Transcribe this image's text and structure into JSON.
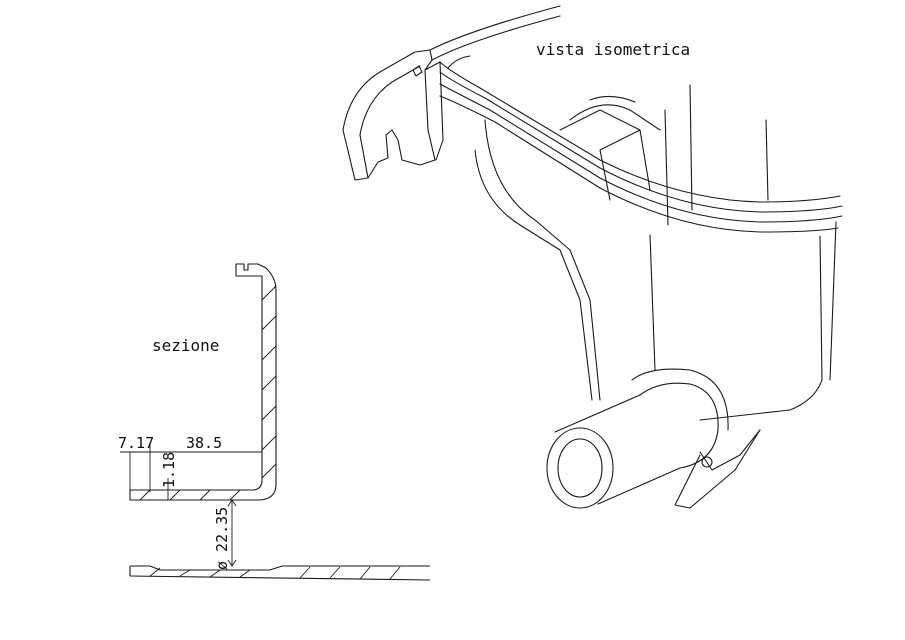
{
  "labels": {
    "isometric_view": "vista isometrica",
    "section": "sezione"
  },
  "dimensions": {
    "wall_offset": "7.17",
    "inner_width": "38.5",
    "wall_thickness": "1.18",
    "outlet_diameter": "ø 22.35"
  },
  "colors": {
    "line": "#1a1a1a",
    "background": "#ffffff"
  }
}
